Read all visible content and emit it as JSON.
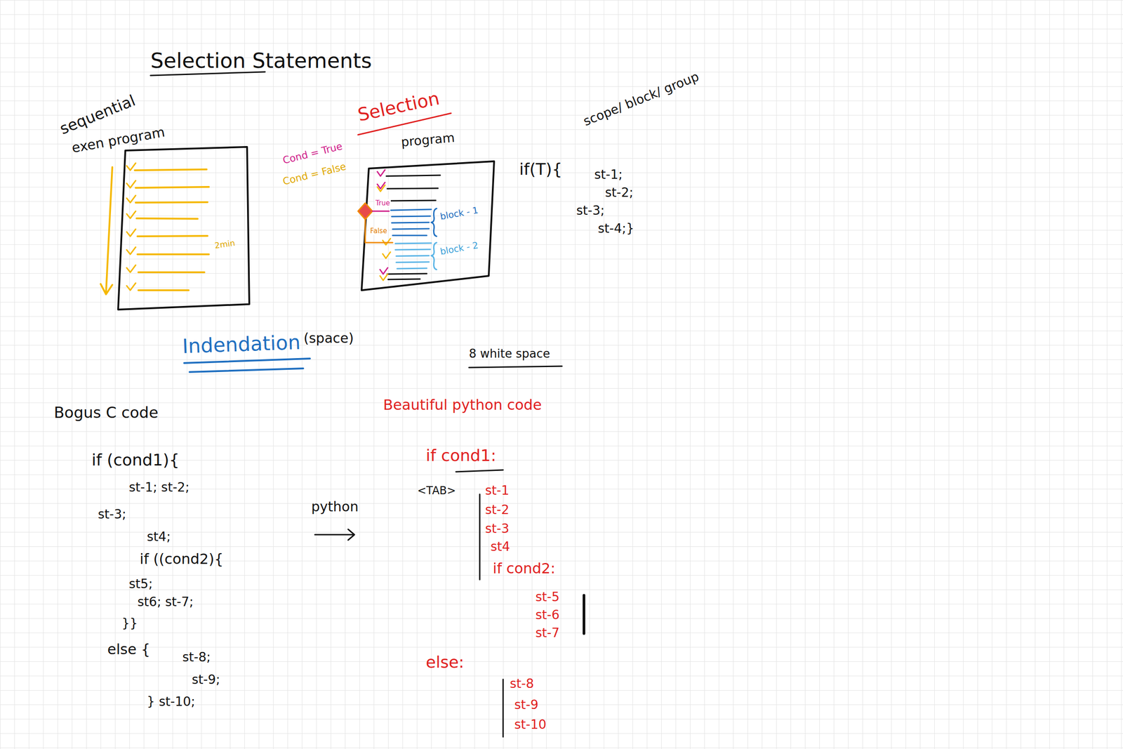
{
  "diagram": {
    "title": "Selection Statements",
    "labels": [
      "sequential",
      "exen program",
      "2min",
      "Selection",
      "program",
      "Cond = True",
      "Cond = False",
      "True",
      "False",
      "block - 1",
      "block - 2",
      "scope/ block/ group",
      "if(T){",
      "st-1;",
      "st-2;",
      "st-3;",
      "st-4;}",
      "Indendation",
      "(space)",
      "8 white space",
      "Bogus C code",
      "if (cond1){",
      "st-1; st-2;",
      "st-3;",
      "st4;",
      "if ((cond2){",
      "st5;",
      "st6; st-7;",
      "}}",
      "else {",
      "st-8;",
      "st-9;",
      "} st-10;",
      "python",
      "Beautiful python code",
      "if cond1:",
      "<TAB>",
      "st-1",
      "st-2",
      "st-3",
      "st4",
      "if cond2:",
      "st-5",
      "st-6",
      "st-7",
      "else:",
      "st-8",
      "st-9",
      "st-10"
    ]
  }
}
